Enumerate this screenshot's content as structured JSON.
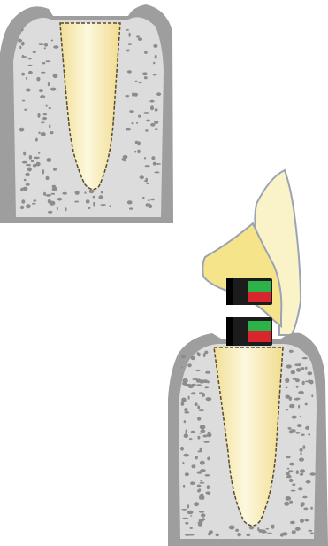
{
  "figure": {
    "panels": [
      {
        "id": "prepared-root",
        "components": [
          "bone",
          "gingiva",
          "root-dentin"
        ]
      },
      {
        "id": "restored-tooth",
        "components": [
          "bone",
          "gingiva",
          "root-dentin",
          "connector-lower",
          "connector-upper",
          "crown-core",
          "crown-enamel"
        ]
      }
    ]
  },
  "colors": {
    "gingiva": "#9c9c9c",
    "bone": "#dcdcdc",
    "bone_pores": "#8a8a8a",
    "dentin": "#f4e6a6",
    "dentin_highlight": "#fdf8de",
    "outline": "#5a4a2a",
    "crown_core": "#f6e48a",
    "crown_enamel": "#fbf3c8",
    "crown_outline": "#9aa4b4",
    "connector_black": "#1c1c1c",
    "connector_green": "#2bb34a",
    "connector_red": "#d8262c"
  }
}
